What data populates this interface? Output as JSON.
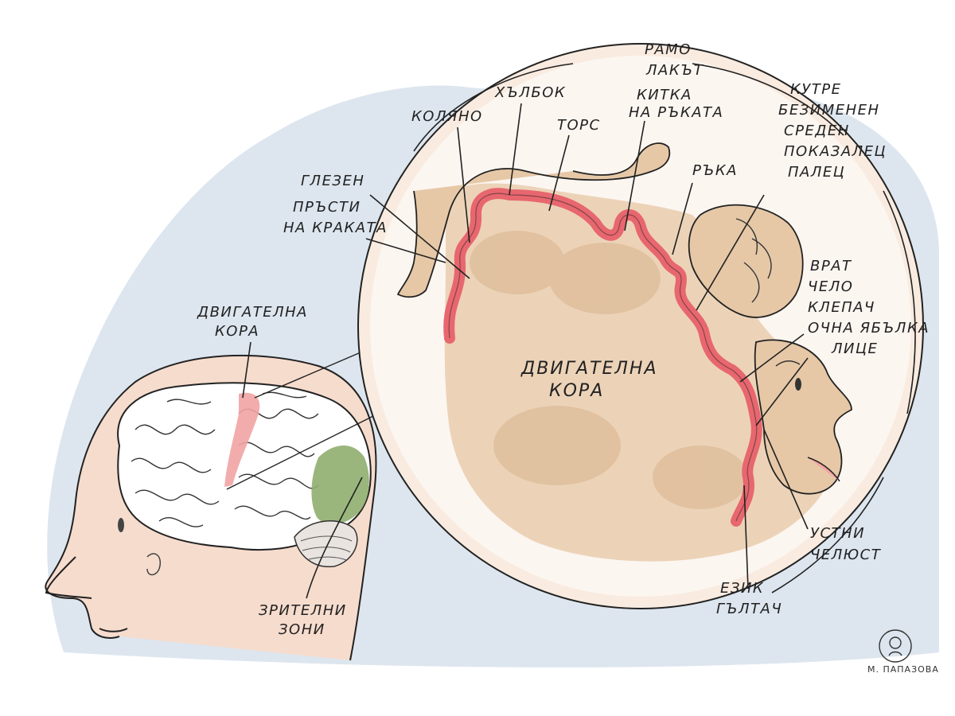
{
  "colors": {
    "background_blue": "#dde6ef",
    "skin": "#f6dccd",
    "cortex_fill": "#ecd3b8",
    "cortex_red": "#e8676f",
    "visual_green": "#8fae6e",
    "motor_pink": "#f1a3a3",
    "ink": "#222222"
  },
  "small_head": {
    "motor_cortex_label_line1": "ДВИГАТЕЛНА",
    "motor_cortex_label_line2": "КОРА",
    "visual_zones_label_line1": "ЗРИТЕЛНИ",
    "visual_zones_label_line2": "ЗОНИ"
  },
  "magnified_cortex": {
    "center_label_line1": "ДВИГАТЕЛНА",
    "center_label_line2": "КОРА",
    "body_part_labels": {
      "shoulder": "РАМО",
      "elbow": "ЛАКЪТ",
      "wrist_line1": "КИТКА",
      "wrist_line2": "НА РЪКАТА",
      "hip": "ХЪЛБОК",
      "knee": "КОЛЯНО",
      "trunk": "ТОРС",
      "ankle": "ГЛЕЗЕН",
      "toes_line1": "ПРЪСТИ",
      "toes_line2": "НА КРАКАТА",
      "hand": "РЪКА",
      "little_finger": "КУТРЕ",
      "ring_finger": "БЕЗИМЕНЕН",
      "middle_finger": "СРЕДЕН",
      "index_finger": "ПОКАЗАЛЕЦ",
      "thumb": "ПАЛЕЦ",
      "neck": "ВРАТ",
      "brow": "ЧЕЛО",
      "eyelid": "КЛЕПАЧ",
      "eyeball": "ОЧНА ЯБЪЛКА",
      "face": "ЛИЦЕ",
      "lips": "УСТНИ",
      "jaw": "ЧЕЛЮСТ",
      "tongue": "ЕЗИК",
      "swallowing": "ГЪЛТАЧ"
    }
  },
  "signature": {
    "text": "М. ПАПАЗОВА"
  }
}
